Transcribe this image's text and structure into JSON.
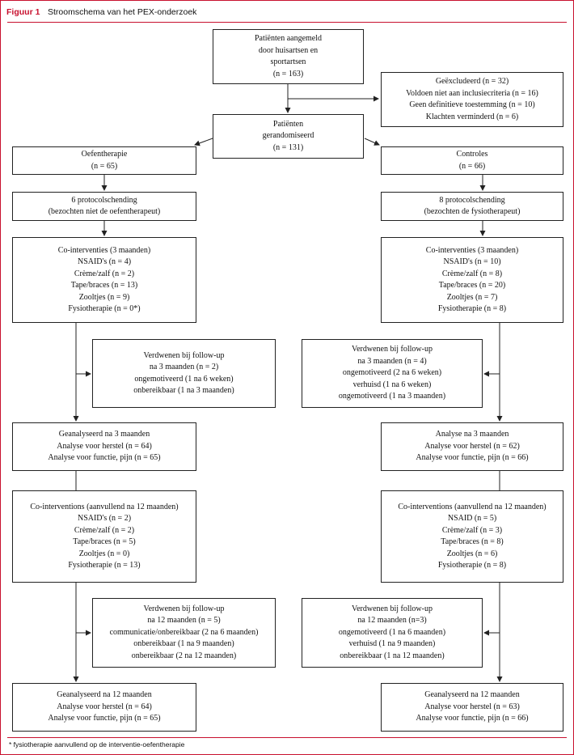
{
  "figure": {
    "label": "Figuur 1",
    "title": "Stroomschema van het PEX-onderzoek",
    "footnote": "* fysiotherapie aanvullend op de interventie-oefentherapie"
  },
  "boxes": {
    "aangemeld": [
      "Patiënten aangemeld",
      "door huisartsen en",
      "sportartsen",
      "(n = 163)"
    ],
    "geexcludeerd": [
      "Geëxcludeerd (n = 32)",
      "Voldoen niet aan inclusiecriteria (n = 16)",
      "Geen definitieve toestemming (n = 10)",
      "Klachten verminderd (n = 6)"
    ],
    "gerandomiseerd": [
      "Patiënten",
      "gerandomiseerd",
      "(n = 131)"
    ],
    "oefentherapie": [
      "Oefentherapie",
      "(n = 65)"
    ],
    "controles": [
      "Controles",
      "(n = 66)"
    ],
    "protocol_left": [
      "6 protocolschending",
      "(bezochten niet de oefentherapeut)"
    ],
    "protocol_right": [
      "8 protocolschending",
      "(bezochten de fysiotherapeut)"
    ],
    "coint3_left": [
      "Co-interventies (3 maanden)",
      "NSAID's (n = 4)",
      "Crème/zalf (n = 2)",
      "Tape/braces (n = 13)",
      "Zooltjes (n = 9)",
      "Fysiotherapie (n = 0*)"
    ],
    "coint3_right": [
      "Co-interventies (3 maanden)",
      "NSAID's (n = 10)",
      "Crème/zalf (n = 8)",
      "Tape/braces (n = 20)",
      "Zooltjes (n = 7)",
      "Fysiotherapie (n = 8)"
    ],
    "fu3_left": [
      "Verdwenen bij follow-up",
      "na 3 maanden (n = 2)",
      "ongemotiveerd (1 na 6 weken)",
      "onbereikbaar (1 na 3 maanden)"
    ],
    "fu3_right": [
      "Verdwenen bij follow-up",
      "na 3 maanden (n = 4)",
      "ongemotiveerd (2 na 6 weken)",
      "verhuisd (1 na 6 weken)",
      "ongemotiveerd (1 na 3 maanden)"
    ],
    "anal3_left": [
      "Geanalyseerd na 3 maanden",
      "Analyse voor herstel (n = 64)",
      "Analyse voor functie, pijn (n = 65)"
    ],
    "anal3_right": [
      "Analyse na 3 maanden",
      "Analyse voor herstel (n = 62)",
      "Analyse voor functie, pijn (n = 66)"
    ],
    "coint12_left": [
      "Co-interventions (aanvullend na 12 maanden)",
      "NSAID's (n = 2)",
      "Crème/zalf (n = 2)",
      "Tape/braces (n = 5)",
      "Zooltjes (n = 0)",
      "Fysiotherapie (n = 13)"
    ],
    "coint12_right": [
      "Co-interventions (aanvullend na 12 maanden)",
      "NSAID (n = 5)",
      "Crème/zalf (n = 3)",
      "Tape/braces (n = 8)",
      "Zooltjes (n = 6)",
      "Fysiotherapie (n = 8)"
    ],
    "fu12_left": [
      "Verdwenen bij follow-up",
      "na 12 maanden (n = 5)",
      "communicatie/onbereikbaar (2 na 6 maanden)",
      "onbereikbaar (1 na 9 maanden)",
      "onbereikbaar (2 na 12 maanden)"
    ],
    "fu12_right": [
      "Verdwenen bij follow-up",
      "na 12 maanden (n=3)",
      "ongemotiveerd (1 na 6 maanden)",
      "verhuisd (1 na 9 maanden)",
      "onbereikbaar (1 na 12 maanden)"
    ],
    "anal12_left": [
      "Geanalyseerd na 12 maanden",
      "Analyse voor herstel (n = 64)",
      "Analyse voor functie, pijn (n = 65)"
    ],
    "anal12_right": [
      "Geanalyseerd na 12 maanden",
      "Analyse voor herstel (n = 63)",
      "Analyse voor functie, pijn (n = 66)"
    ]
  }
}
